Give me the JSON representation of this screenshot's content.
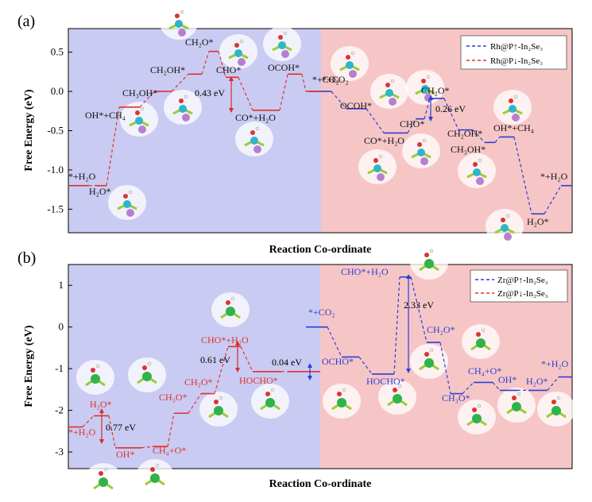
{
  "colors": {
    "left_bg": "#c9cbf2",
    "right_bg": "#f6c6c6",
    "up_series": "#2b3fd6",
    "down_series": "#e0322c",
    "arrow": "#d82a2a"
  },
  "chart_data": [
    {
      "type": "line",
      "panel": "(a)",
      "xlabel": "Reaction Co-ordinate",
      "ylabel": "Free Energy (eV)",
      "ylim": [
        -1.8,
        0.8
      ],
      "yticks": [
        0.5,
        0.0,
        -0.5,
        -1.0,
        -1.5
      ],
      "ytick_labels": [
        "0.5",
        "0.0",
        "-0.5",
        "-1.0",
        "-1.5"
      ],
      "legend_position": "top-right",
      "grid": false,
      "series": [
        {
          "name": "Rh@P↑-In₂Se₃",
          "style": "dashed",
          "color": "#2b3fd6",
          "steps": [
            {
              "label": "*+CO₂",
              "y": 0.0
            },
            {
              "label": "OCOH*",
              "y": -0.22
            },
            {
              "label": "CO*+H₂O",
              "y": -0.53
            },
            {
              "label": "CHO*",
              "y": -0.35
            },
            {
              "label": "CH₂O*",
              "y": -0.09
            },
            {
              "label": "CH₂OH*",
              "y": -0.49
            },
            {
              "label": "CH₃OH*",
              "y": -0.65
            },
            {
              "label": "OH*+CH₄",
              "y": -0.58
            },
            {
              "label": "H₂O*",
              "y": -1.56
            },
            {
              "label": "*+H₂O",
              "y": -1.2
            }
          ]
        },
        {
          "name": "Rh@P↓-In₂Se₃",
          "style": "dashed",
          "color": "#e0322c",
          "steps": [
            {
              "label": "*+H₂O",
              "y": -1.2
            },
            {
              "label": "H₂O*",
              "y": -1.2
            },
            {
              "label": "OH*+CH₄",
              "y": -0.2
            },
            {
              "label": "CH₃OH*",
              "y": 0.0
            },
            {
              "label": "CH₂OH*",
              "y": 0.22
            },
            {
              "label": "CH₂O*",
              "y": 0.51
            },
            {
              "label": "CHO*",
              "y": 0.18
            },
            {
              "label": "CO*+H₂O",
              "y": -0.24
            },
            {
              "label": "OCOH*",
              "y": 0.22
            },
            {
              "label": "*+CO₂",
              "y": 0.0
            }
          ]
        }
      ],
      "annotations": [
        "0.43 eV",
        "0.26 eV"
      ]
    },
    {
      "type": "line",
      "panel": "(b)",
      "xlabel": "Reaction Co-ordinate",
      "ylabel": "Free Energy (eV)",
      "ylim": [
        -3.4,
        1.5
      ],
      "yticks": [
        1,
        0,
        -1,
        -2,
        -3
      ],
      "ytick_labels": [
        "1",
        "0",
        "-1",
        "-2",
        "-3"
      ],
      "legend_position": "top-right",
      "grid": false,
      "series": [
        {
          "name": "Zr@P↑-In₂Se₃",
          "style": "dashed",
          "color": "#2b3fd6",
          "steps": [
            {
              "label": "*+CO₂",
              "y": 0.0
            },
            {
              "label": "OCHO*",
              "y": -0.72
            },
            {
              "label": "HOCHO*",
              "y": -1.13
            },
            {
              "label": "CHO*+H₂O",
              "y": 1.2
            },
            {
              "label": "CH₂O*",
              "y": -0.37
            },
            {
              "label": "CH₃O*",
              "y": -1.6
            },
            {
              "label": "CH₄+O*",
              "y": -1.33
            },
            {
              "label": "OH*",
              "y": -1.52
            },
            {
              "label": "H₂O*",
              "y": -1.52
            },
            {
              "label": "*+H₂O",
              "y": -1.2
            }
          ]
        },
        {
          "name": "Zr@P↓-In₂Se₃",
          "style": "dashed",
          "color": "#e0322c",
          "steps": [
            {
              "label": "*+H₂O",
              "y": -2.4
            },
            {
              "label": "H₂O*",
              "y": -2.13
            },
            {
              "label": "OH*",
              "y": -2.9
            },
            {
              "label": "CH₄+O*",
              "y": -2.87
            },
            {
              "label": "CH₃O*",
              "y": -2.07
            },
            {
              "label": "CH₂O*",
              "y": -1.6
            },
            {
              "label": "CHO*+H₂O",
              "y": -0.47
            },
            {
              "label": "HOCHO*",
              "y": -1.07
            },
            {
              "label": "",
              "y": -1.07
            }
          ]
        }
      ],
      "annotations": [
        "0.77 eV",
        "0.61 eV",
        "0.04 eV",
        "2.33 eV"
      ]
    }
  ]
}
